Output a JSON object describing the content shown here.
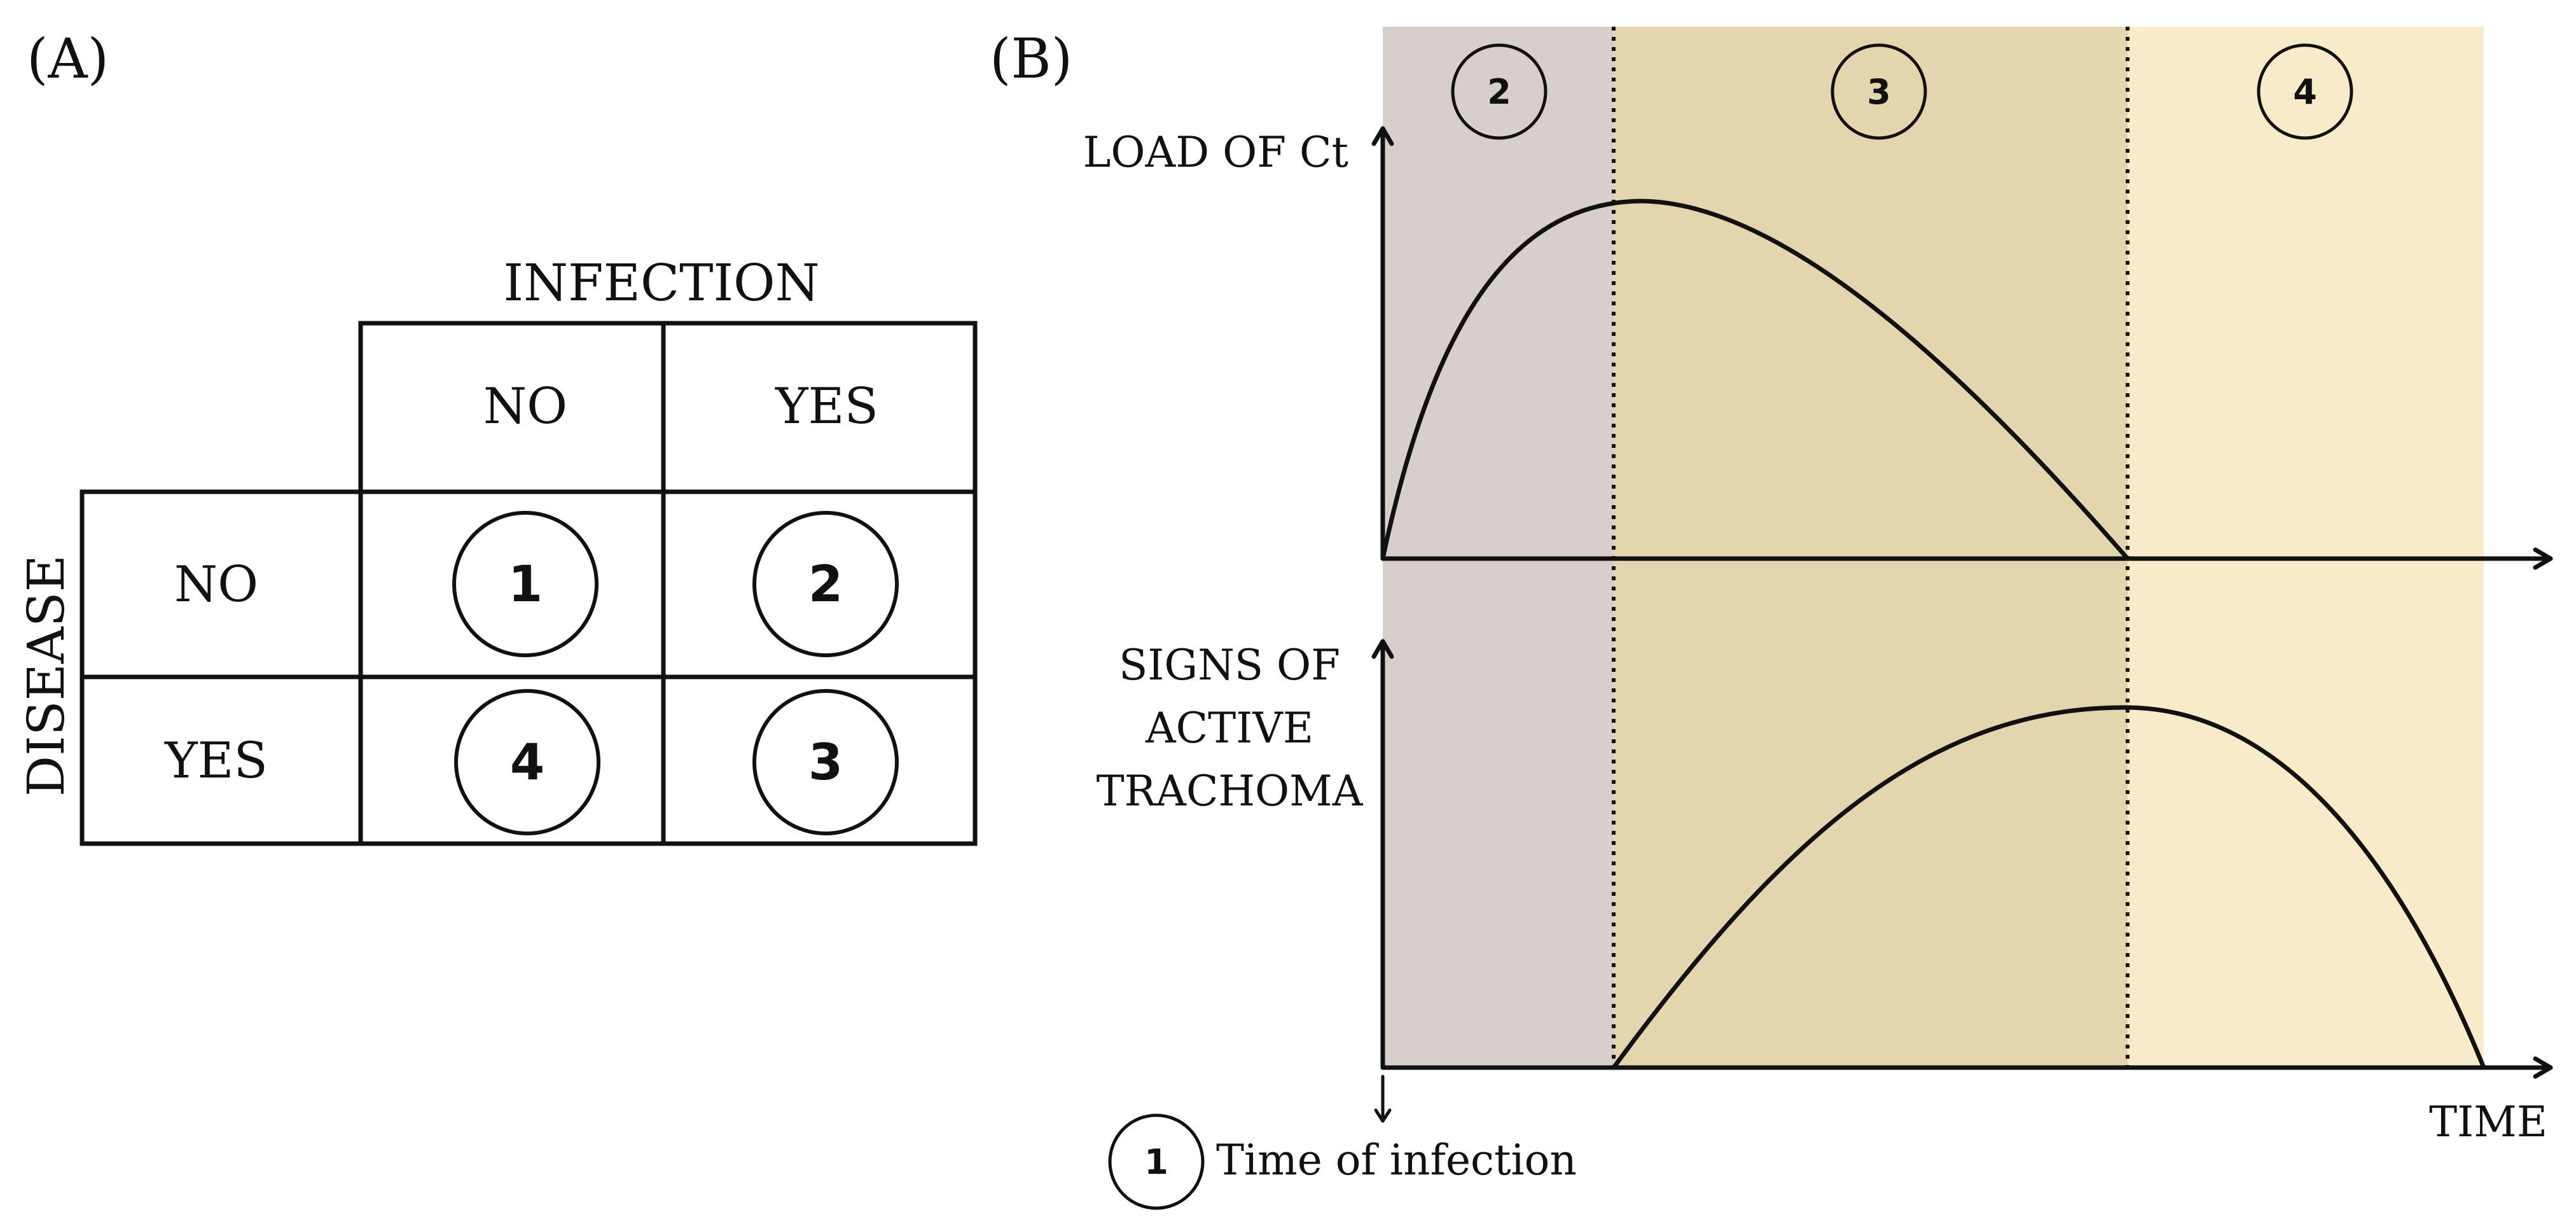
{
  "panel_a": {
    "label": "(A)",
    "column_header": "INFECTION",
    "row_header": "DISEASE",
    "columns": [
      "NO",
      "YES"
    ],
    "rows": [
      "NO",
      "YES"
    ],
    "cells": [
      [
        "1",
        "2"
      ],
      [
        "4",
        "3"
      ]
    ]
  },
  "panel_b": {
    "label": "(B)",
    "phases": [
      {
        "number": "2",
        "color": "#d6cfcb"
      },
      {
        "number": "3",
        "color": "#e3d6ae"
      },
      {
        "number": "4",
        "color": "#f8ebca"
      }
    ],
    "top_ylabel": "LOAD OF Ct",
    "bottom_ylabel": [
      "SIGNS OF",
      "ACTIVE",
      "TRACHOMA"
    ],
    "xlabel": "TIME",
    "legend": {
      "number": "1",
      "text": "Time of infection"
    }
  }
}
